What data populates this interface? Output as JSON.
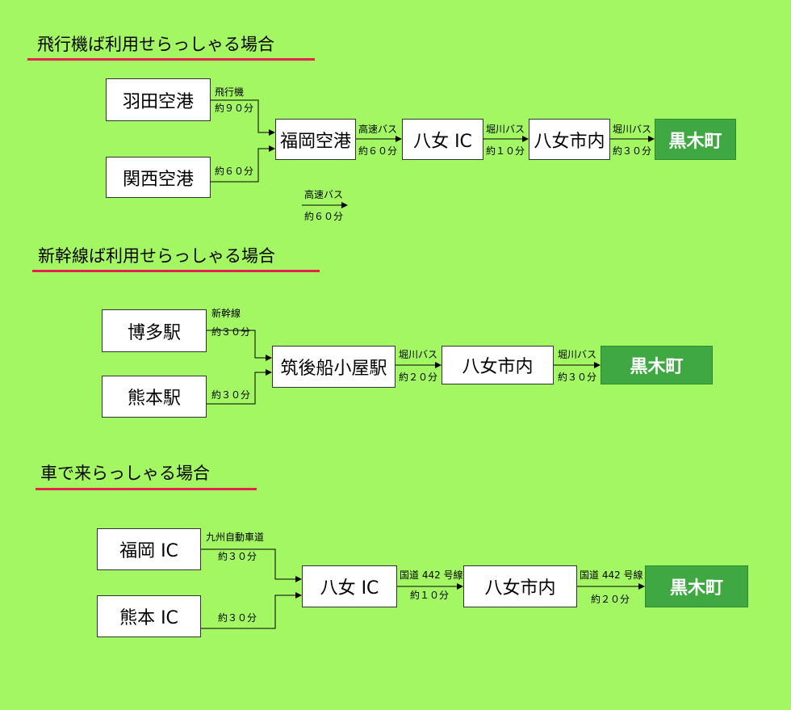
{
  "sections": {
    "air": {
      "title": "飛行機ば利用せらっしゃる場合",
      "nodes": {
        "haneda": "羽田空港",
        "kansai": "関西空港",
        "fukuoka_airport": "福岡空港",
        "yame_ic": "八女 IC",
        "yame_city": "八女市内",
        "kuroki": "黒木町"
      },
      "edges": {
        "haneda_mode": "飛行機",
        "haneda_time": "約９０分",
        "kansai_time": "約６０分",
        "hwybus_mode": "高速バス",
        "hwybus_time": "約６０分",
        "horikawa1_mode": "堀川バス",
        "horikawa1_time": "約１０分",
        "horikawa2_mode": "堀川バス",
        "horikawa2_time": "約３０分"
      },
      "legend": {
        "mode": "高速バス",
        "time": "約６０分"
      }
    },
    "shinkansen": {
      "title": "新幹線ば利用せらっしゃる場合",
      "nodes": {
        "hakata": "博多駅",
        "kumamoto": "熊本駅",
        "chikugo": "筑後船小屋駅",
        "yame_city": "八女市内",
        "kuroki": "黒木町"
      },
      "edges": {
        "hakata_mode": "新幹線",
        "hakata_time": "約３０分",
        "kumamoto_time": "約３０分",
        "bus1_mode": "堀川バス",
        "bus1_time": "約２０分",
        "bus2_mode": "堀川バス",
        "bus2_time": "約３０分"
      }
    },
    "car": {
      "title": "車で来らっしゃる場合",
      "nodes": {
        "fukuoka_ic": "福岡 IC",
        "kumamoto_ic": "熊本 IC",
        "yame_ic": "八女 IC",
        "yame_city": "八女市内",
        "kuroki": "黒木町"
      },
      "edges": {
        "expressway_mode": "九州自動車道",
        "fukuoka_time": "約３０分",
        "kumamoto_time": "約３０分",
        "route1_mode": "国道 442 号線",
        "route1_time": "約１０分",
        "route2_mode": "国道 442 号線",
        "route2_time": "約２０分"
      }
    }
  },
  "colors": {
    "background": "#a3f763",
    "heading_underline": "#e6204f",
    "destination_fill": "#3fa842",
    "node_fill": "#ffffff"
  }
}
